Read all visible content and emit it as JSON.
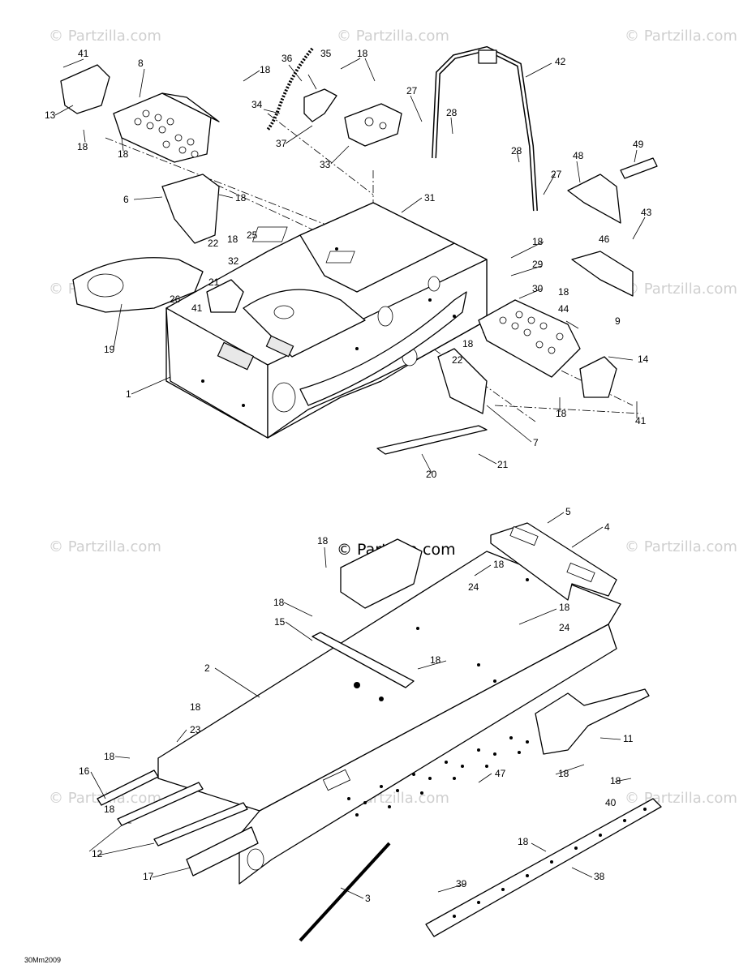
{
  "watermark": {
    "text": "© Partzilla.com",
    "center_text": "© Partzilla.com"
  },
  "drawing_ref": "30Mm2009",
  "callouts": {
    "top": [
      "41",
      "8",
      "13",
      "18",
      "18",
      "6",
      "18",
      "22",
      "18",
      "25",
      "32",
      "21",
      "26",
      "41",
      "19",
      "1",
      "36",
      "35",
      "18",
      "34",
      "37",
      "18",
      "33",
      "31",
      "27",
      "28",
      "28",
      "27",
      "42",
      "48",
      "49",
      "43",
      "46",
      "18",
      "29",
      "30",
      "18",
      "44",
      "9",
      "14",
      "18",
      "22",
      "41",
      "18",
      "7",
      "21",
      "20"
    ],
    "bottom": [
      "5",
      "4",
      "18",
      "18",
      "24",
      "18",
      "15",
      "18",
      "24",
      "18",
      "2",
      "18",
      "23",
      "18",
      "16",
      "18",
      "12",
      "17",
      "11",
      "18",
      "47",
      "18",
      "40",
      "18",
      "39",
      "38",
      "3"
    ]
  }
}
